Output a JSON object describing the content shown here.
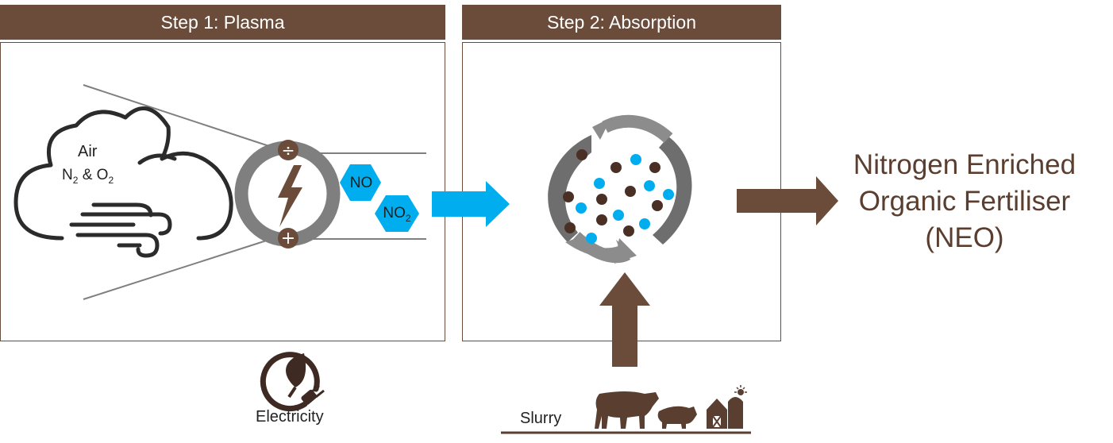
{
  "steps": [
    {
      "label": "Step 1: Plasma"
    },
    {
      "label": "Step 2: Absorption"
    }
  ],
  "plasma": {
    "input_label": "Air",
    "gases": {
      "n": "N",
      "n_sub": "2",
      "amp": "&",
      "o": "O",
      "o_sub": "2"
    },
    "electrode_top_symbol": "÷",
    "electrode_bottom_symbol": "+",
    "products": [
      {
        "label": "NO",
        "sub": ""
      },
      {
        "label": "NO",
        "sub": "2"
      }
    ]
  },
  "electricity": {
    "label": "Electricity"
  },
  "absorption": {
    "input_label": "Slurry"
  },
  "output": {
    "line1": "Nitrogen Enriched",
    "line2": "Organic Fertiliser",
    "line3": "(NEO)"
  },
  "colors": {
    "brown": "#6b4c3b",
    "dark_brown": "#5a3e30",
    "blue": "#00aeef",
    "gray": "#777777"
  },
  "icons": [
    "cloud-icon",
    "wind-icon",
    "lightning-icon",
    "recycle-icon",
    "leaf-plug-icon",
    "cow-icon",
    "pig-icon",
    "barn-icon"
  ]
}
